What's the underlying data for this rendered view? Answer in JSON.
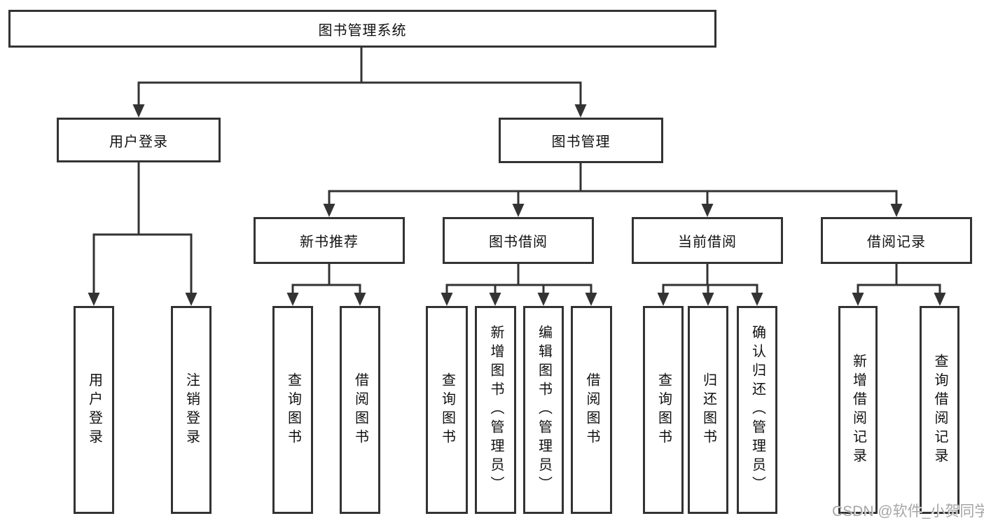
{
  "colors": {
    "line": "#333333",
    "box_border": "#333333",
    "text": "#111111",
    "watermark": "#a6a6a6",
    "background": "#ffffff"
  },
  "watermark": {
    "text": "CSDN @软件_小贺同学"
  },
  "tree": {
    "label": "图书管理系统",
    "children": [
      {
        "label": "用户登录",
        "children": [
          {
            "label": "用户登录"
          },
          {
            "label": "注销登录"
          }
        ]
      },
      {
        "label": "图书管理",
        "children": [
          {
            "label": "新书推荐",
            "children": [
              {
                "label": "查询图书"
              },
              {
                "label": "借阅图书"
              }
            ]
          },
          {
            "label": "图书借阅",
            "children": [
              {
                "label": "查询图书"
              },
              {
                "label": "新增图书（管理员）"
              },
              {
                "label": "编辑图书（管理员）"
              },
              {
                "label": "借阅图书"
              }
            ]
          },
          {
            "label": "当前借阅",
            "children": [
              {
                "label": "查询图书"
              },
              {
                "label": "归还图书"
              },
              {
                "label": "确认归还（管理员）"
              }
            ]
          },
          {
            "label": "借阅记录",
            "children": [
              {
                "label": "新增借阅记录"
              },
              {
                "label": "查询借阅记录"
              }
            ]
          }
        ]
      }
    ]
  }
}
